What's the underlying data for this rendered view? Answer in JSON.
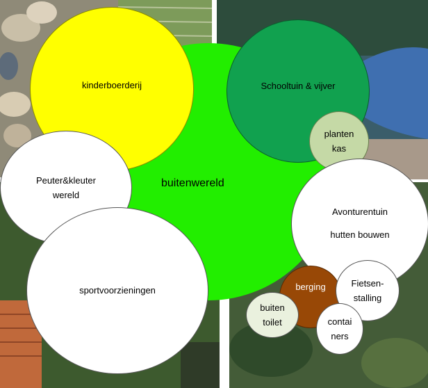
{
  "diagram": {
    "center_label": "buitenwereld",
    "bubbles": {
      "kinderboerderij": "kinderboerderij",
      "schooltuin": "Schooltuin & vijver",
      "plantenkas": "planten\nkas",
      "peuter": "Peuter&kleuter\nwereld",
      "avonturentuin": "Avonturentuin\n\nhutten bouwen",
      "sport": "sportvoorzieningen",
      "berging": "berging",
      "fietsen": "Fietsen-\nstalling",
      "buitentoilet": "buiten\ntoilet",
      "containers": "contai\nners"
    }
  },
  "colors": {
    "main_green": "#22ee00",
    "yellow": "#ffff00",
    "dark_green": "#11a14f",
    "light_green": "#c5d9a6",
    "pale_green": "#eaf1de",
    "brown": "#984806",
    "white": "#ffffff"
  }
}
